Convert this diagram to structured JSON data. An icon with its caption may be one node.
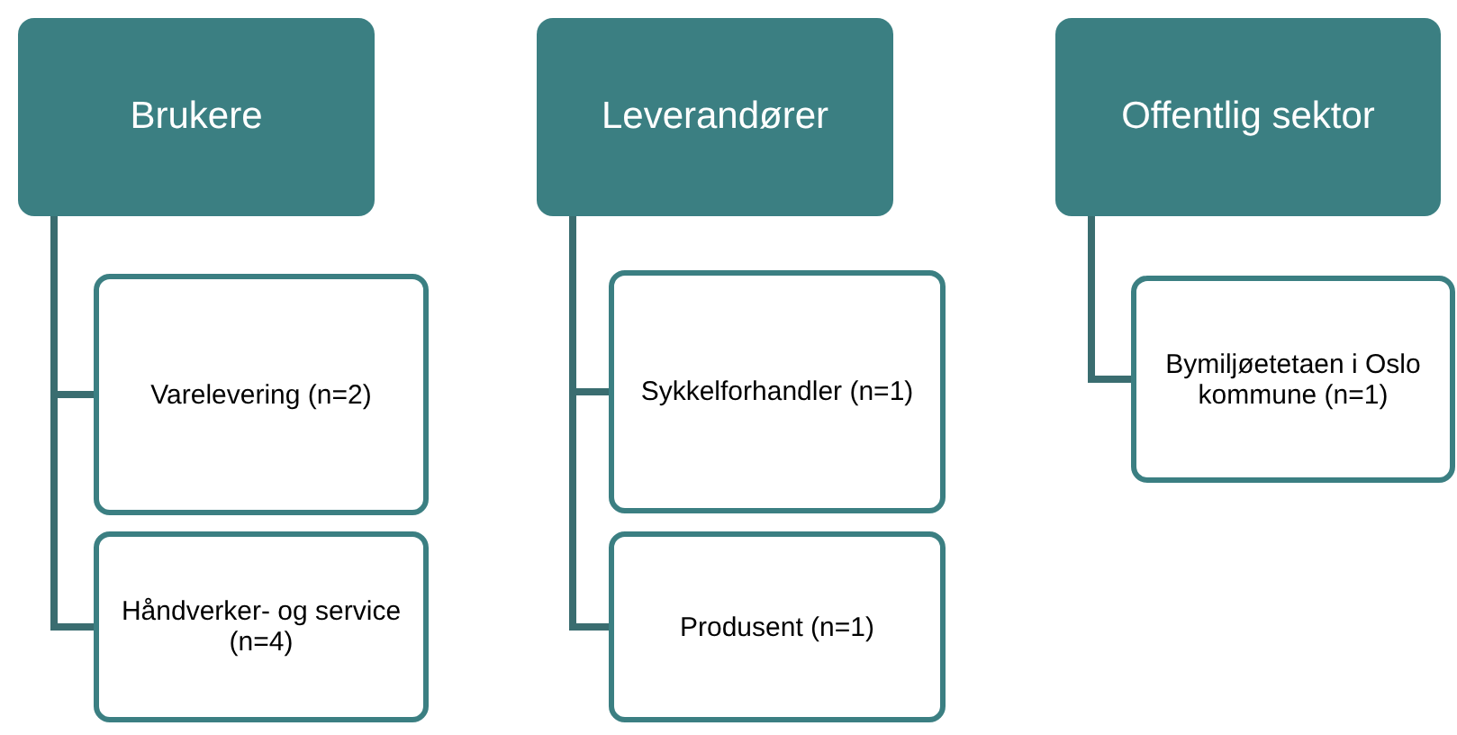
{
  "diagram": {
    "nodes": [
      {
        "text": [
          "Brukere"
        ]
      },
      {
        "text": [
          "Varelevering (n=2)"
        ]
      },
      {
        "text": [
          "Håndverker- og service (n=4)"
        ]
      },
      {
        "text": [
          "Leverandører"
        ]
      },
      {
        "text": [
          "Sykkelforhandler (n=1)"
        ]
      },
      {
        "text": [
          "Produsent (n=1)"
        ]
      },
      {
        "text": [
          "Offentlig sektor"
        ]
      },
      {
        "text": [
          "Bymiljøetetaen i Oslo kommune (n=1)"
        ]
      }
    ],
    "edges": [
      {
        "from": 0,
        "to": 1,
        "arrow": "none"
      },
      {
        "from": 0,
        "to": 2,
        "arrow": "none"
      },
      {
        "from": 3,
        "to": 4,
        "arrow": "none"
      },
      {
        "from": 3,
        "to": 5,
        "arrow": "none"
      },
      {
        "from": 6,
        "to": 7,
        "arrow": "none"
      }
    ]
  }
}
